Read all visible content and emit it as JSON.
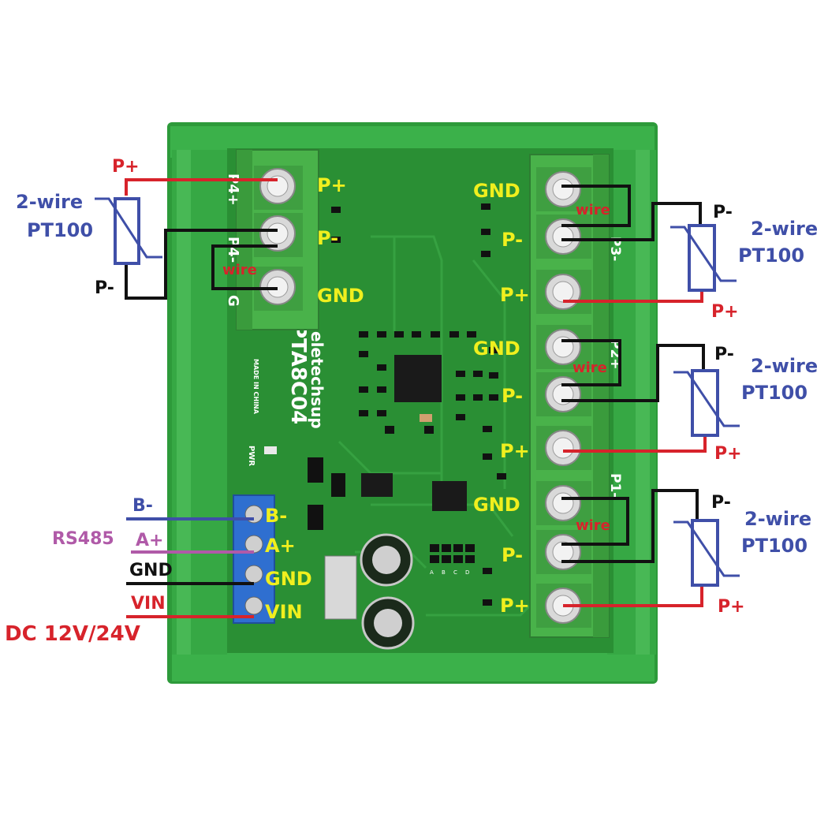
{
  "board": {
    "model": "PTA8C04",
    "brand": "eletechsup",
    "made_in": "MADE IN CHINA",
    "pwr_label": "PWR",
    "pcb_colors": {
      "case": "#2d9a3a",
      "pcb": "#2a8f34",
      "terminal": "#49b24a",
      "rs485_terminal": "#2f6fd0"
    }
  },
  "left_sensor": {
    "pplus": "P+",
    "pminus": "P-",
    "wire_label": "wire",
    "title1": "2-wire",
    "title2": "PT100",
    "term_pplus": "P+",
    "term_pminus": "P-",
    "term_gnd": "GND",
    "edge_labels": [
      "P4+",
      "P4-",
      "G"
    ]
  },
  "right_sensors": [
    {
      "term_gnd": "GND",
      "term_pminus": "P-",
      "term_pplus": "P+",
      "wire_label": "wire",
      "pminus": "P-",
      "pplus": "P+",
      "title1": "2-wire",
      "title2": "PT100"
    },
    {
      "term_gnd": "GND",
      "term_pminus": "P-",
      "term_pplus": "P+",
      "wire_label": "wire",
      "pminus": "P-",
      "pplus": "P+",
      "title1": "2-wire",
      "title2": "PT100"
    },
    {
      "term_gnd": "GND",
      "term_pminus": "P-",
      "term_pplus": "P+",
      "wire_label": "wire",
      "pminus": "P-",
      "pplus": "P+",
      "title1": "2-wire",
      "title2": "PT100"
    }
  ],
  "power": {
    "terms": [
      "B-",
      "A+",
      "GND",
      "VIN"
    ],
    "wire_labels": [
      "B-",
      "A+",
      "GND",
      "VIN"
    ],
    "rs485": "RS485",
    "supply": "DC 12V/24V"
  },
  "chip_labels": [
    "A",
    "B",
    "C",
    "D"
  ]
}
